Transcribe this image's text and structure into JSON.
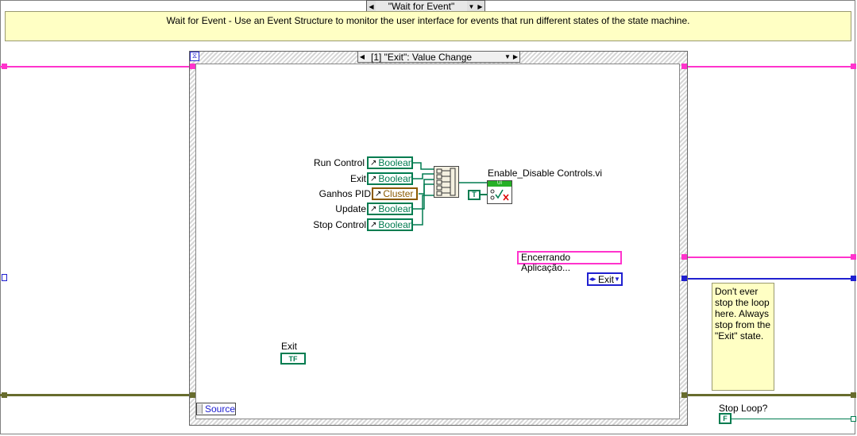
{
  "case_selector": {
    "label": "\"Wait for Event\""
  },
  "comment": {
    "text": "Wait for Event - Use an Event Structure to monitor the user interface for events that run different states of the state machine."
  },
  "event_selector": {
    "label": "[1] \"Exit\": Value Change"
  },
  "controls": [
    {
      "label": "Run Control",
      "type": "Boolean"
    },
    {
      "label": "Exit",
      "type": "Boolean"
    },
    {
      "label": "Ganhos PID",
      "type": "Cluster"
    },
    {
      "label": "Update",
      "type": "Boolean"
    },
    {
      "label": "Stop Control",
      "type": "Boolean"
    }
  ],
  "subvi": {
    "label": "Enable_Disable Controls.vi",
    "header": "UI"
  },
  "true_constant": {
    "text": "T"
  },
  "string_constant": {
    "text": "Encerrando Aplicação..."
  },
  "enum_constant": {
    "text": "Exit"
  },
  "note": {
    "text": "Don't ever stop the loop here. Always stop from the \"Exit\" state."
  },
  "exit_node": {
    "label": "Exit",
    "text": "TF"
  },
  "source_node": {
    "text": "Source"
  },
  "stop_loop": {
    "label": "Stop Loop?",
    "text": "F"
  },
  "colors": {
    "string_wire": "#ff33cc",
    "cluster_wire": "#676c2d",
    "enum_wire": "#2020d0",
    "boolean_wire": "#007c50",
    "comment_bg": "#ffffc4"
  }
}
